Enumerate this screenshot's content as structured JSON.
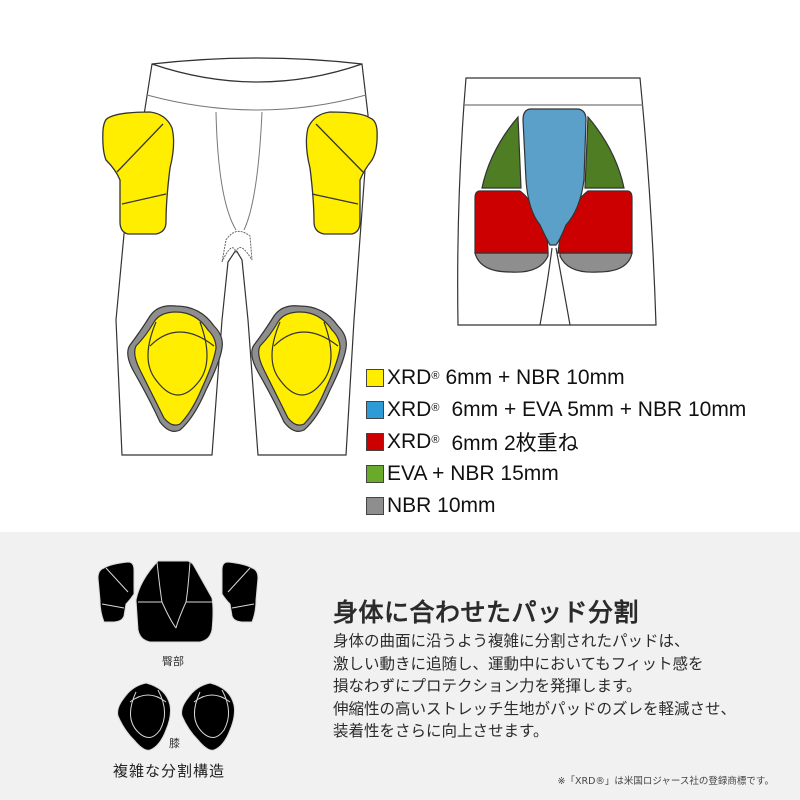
{
  "colors": {
    "xrd_yellow": "#ffee00",
    "blue": "#5aa0c8",
    "red": "#cc0000",
    "green": "#4e7d23",
    "gray": "#8e8e8e",
    "bottom_bg": "#f1f1f1"
  },
  "legend": {
    "items": [
      {
        "color_name": "yellow",
        "color": "#ffee00",
        "prefix": "XRD",
        "reg": "®",
        "label": "6mm + NBR 10mm"
      },
      {
        "color_name": "blue",
        "color": "#2e9bd6",
        "prefix": "XRD",
        "reg": "®",
        "label": "6mm + EVA 5mm + NBR 10mm"
      },
      {
        "color_name": "red",
        "color": "#cc0000",
        "prefix": "XRD",
        "reg": "®",
        "label": "6mm 2枚重ね"
      },
      {
        "color_name": "green",
        "color": "#6aaa2a",
        "prefix": "",
        "reg": "",
        "label": "EVA + NBR 15mm"
      },
      {
        "color_name": "gray",
        "color": "#8e8e8e",
        "prefix": "",
        "reg": "",
        "label": "NBR 10mm"
      }
    ]
  },
  "illustration": {
    "front_view": "pants-front-with-hip-and-knee-pads",
    "back_view": "pants-back-with-seat-pads",
    "hip_label": "臀部",
    "knee_label": "膝",
    "caption": "複雑な分割構造"
  },
  "feature": {
    "heading": "身体に合わせたパッド分割",
    "lines": [
      "身体の曲面に沿うよう複雑に分割されたパッドは、",
      "激しい動きに追随し、運動中においてもフィット感を",
      "損なわずにプロテクション力を発揮します。",
      "伸縮性の高いストレッチ生地がパッドのズレを軽減させ、",
      "装着性をさらに向上させます。"
    ]
  },
  "footnote": "※「XRD®」は米国ロジャース社の登録商標です。"
}
